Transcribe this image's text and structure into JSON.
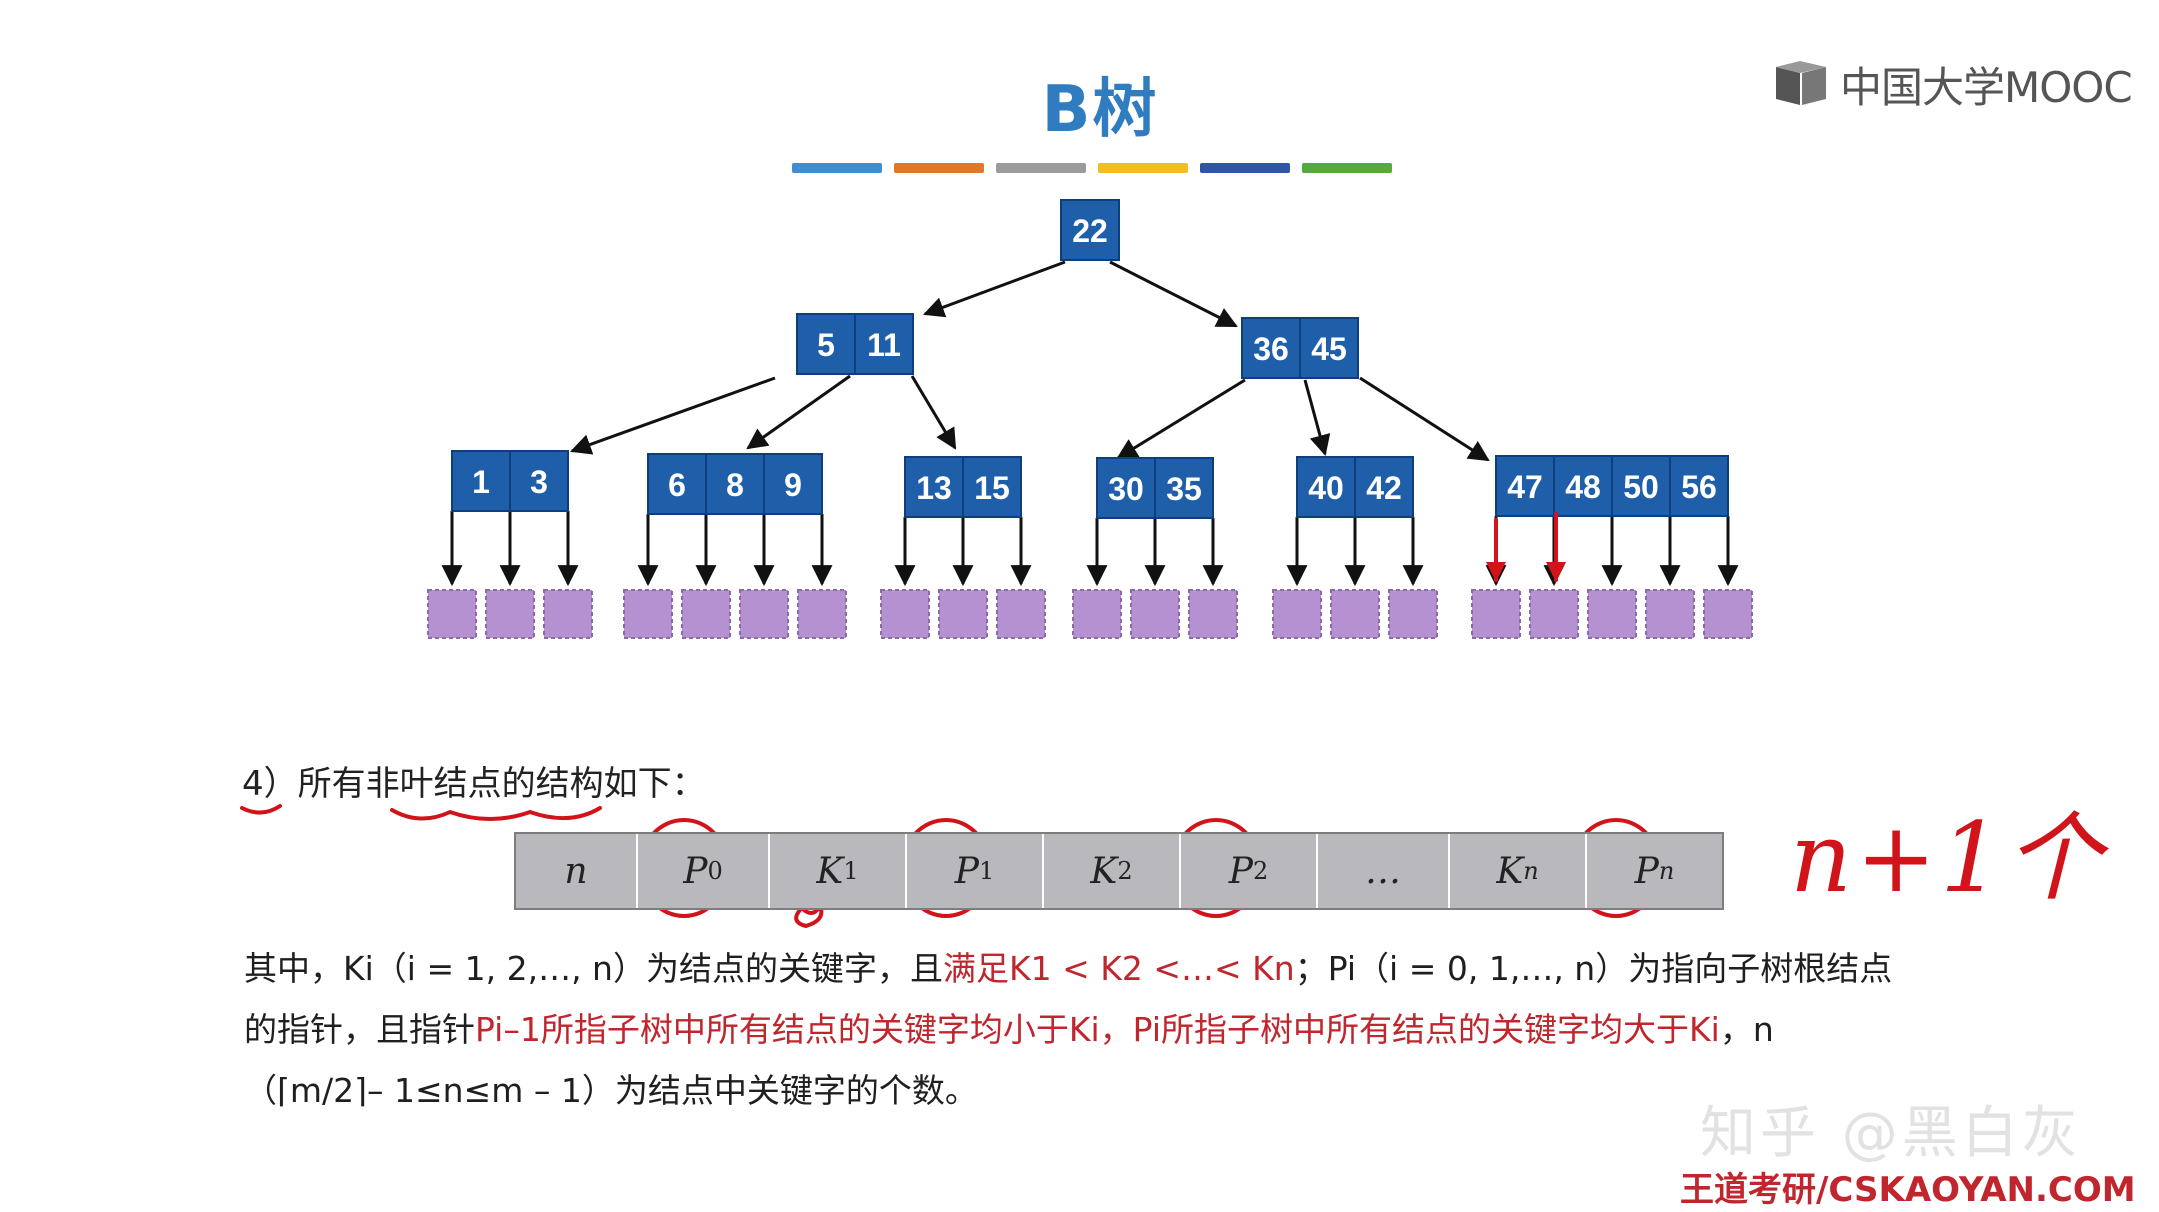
{
  "title": "B树",
  "logo": {
    "text": "中国大学MOOC",
    "icon": "mooc-book-icon"
  },
  "accent_colors": [
    "#3e8ed0",
    "#e0782a",
    "#9b9b9b",
    "#f2be1f",
    "#2f55a4",
    "#56a93c"
  ],
  "tree": {
    "node_color": "#1f5fa9",
    "leaf_color": "#b691d2",
    "root": [
      "22"
    ],
    "level2": [
      [
        "5",
        "11"
      ],
      [
        "36",
        "45"
      ]
    ],
    "level3": [
      [
        "1",
        "3"
      ],
      [
        "6",
        "8",
        "9"
      ],
      [
        "13",
        "15"
      ],
      [
        "30",
        "35"
      ],
      [
        "40",
        "42"
      ],
      [
        "47",
        "48",
        "50",
        "56"
      ]
    ]
  },
  "point4": {
    "label": "4）所有非叶结点的结构如下：",
    "cells": [
      {
        "main": "n",
        "sub": ""
      },
      {
        "main": "P",
        "sub": "0"
      },
      {
        "main": "K",
        "sub": "1"
      },
      {
        "main": "P",
        "sub": "1"
      },
      {
        "main": "K",
        "sub": "2"
      },
      {
        "main": "P",
        "sub": "2"
      },
      {
        "main": "…",
        "sub": ""
      },
      {
        "main": "K",
        "sub": "n"
      },
      {
        "main": "P",
        "sub": "n"
      }
    ]
  },
  "description": {
    "l1a": "其中，Ki（i = 1, 2,…, n）为结点的关键字，且",
    "l1b": "满足K1 < K2 <…< Kn",
    "l1c": "；Pi（i = 0, 1,…, n）为指向子树根结点",
    "l2a": "的指针，且指针",
    "l2b": "Pi–1所指子树中所有结点的关键字均小于Ki，Pi所指子树中所有结点的关键字均大于Ki",
    "l2c": "，n",
    "l3a": "（⌈m/2⌉– 1≤n≤m – 1）为结点中关键字的个数。"
  },
  "handwriting": "n+1个",
  "watermark": "知乎 @黑白灰",
  "footer": "王道考研/CSKAOYAN.COM"
}
